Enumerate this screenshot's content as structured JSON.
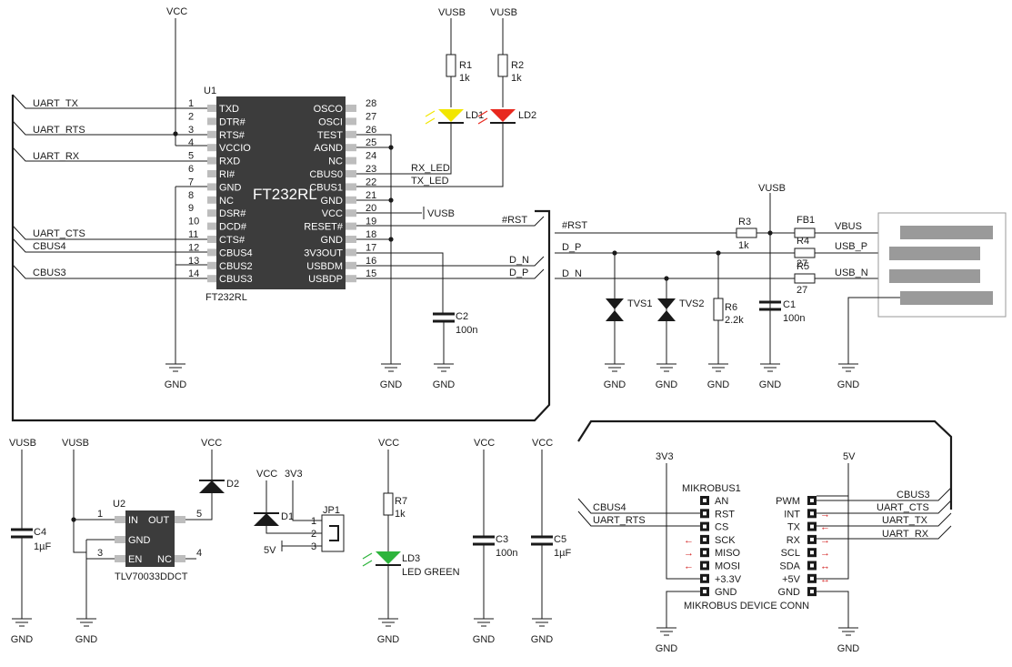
{
  "power": {
    "vcc": "VCC",
    "vusb": "VUSB",
    "gnd": "GND",
    "v33": "3V3",
    "v5": "5V"
  },
  "u1": {
    "ref": "U1",
    "name": "FT232RL",
    "footer": "FT232RL",
    "left_pins": [
      {
        "num": "1",
        "name": "TXD"
      },
      {
        "num": "2",
        "name": "DTR#"
      },
      {
        "num": "3",
        "name": "RTS#"
      },
      {
        "num": "4",
        "name": "VCCIO"
      },
      {
        "num": "5",
        "name": "RXD"
      },
      {
        "num": "6",
        "name": "RI#"
      },
      {
        "num": "7",
        "name": "GND"
      },
      {
        "num": "8",
        "name": "NC"
      },
      {
        "num": "9",
        "name": "DSR#"
      },
      {
        "num": "10",
        "name": "DCD#"
      },
      {
        "num": "11",
        "name": "CTS#"
      },
      {
        "num": "12",
        "name": "CBUS4"
      },
      {
        "num": "13",
        "name": "CBUS2"
      },
      {
        "num": "14",
        "name": "CBUS3"
      }
    ],
    "right_pins": [
      {
        "num": "28",
        "name": "OSCO"
      },
      {
        "num": "27",
        "name": "OSCI"
      },
      {
        "num": "26",
        "name": "TEST"
      },
      {
        "num": "25",
        "name": "AGND"
      },
      {
        "num": "24",
        "name": "NC"
      },
      {
        "num": "23",
        "name": "CBUS0"
      },
      {
        "num": "22",
        "name": "CBUS1"
      },
      {
        "num": "21",
        "name": "GND"
      },
      {
        "num": "20",
        "name": "VCC"
      },
      {
        "num": "19",
        "name": "RESET#"
      },
      {
        "num": "18",
        "name": "GND"
      },
      {
        "num": "17",
        "name": "3V3OUT"
      },
      {
        "num": "16",
        "name": "USBDM"
      },
      {
        "num": "15",
        "name": "USBDP"
      }
    ]
  },
  "nets": {
    "uart_tx": "UART_TX",
    "uart_rts": "UART_RTS",
    "uart_rx": "UART_RX",
    "uart_cts": "UART_CTS",
    "cbus4": "CBUS4",
    "cbus3": "CBUS3",
    "rx_led": "RX_LED",
    "tx_led": "TX_LED",
    "rst": "#RST",
    "d_n": "D_N",
    "d_p": "D_P",
    "vbus": "VBUS",
    "usb_p": "USB_P",
    "usb_n": "USB_N"
  },
  "parts": {
    "r1": {
      "ref": "R1",
      "value": "1k"
    },
    "r2": {
      "ref": "R2",
      "value": "1k"
    },
    "ld1": {
      "ref": "LD1"
    },
    "ld2": {
      "ref": "LD2"
    },
    "c2": {
      "ref": "C2",
      "value": "100n"
    },
    "r3": {
      "ref": "R3",
      "value": "1k"
    },
    "fb1": {
      "ref": "FB1"
    },
    "r4": {
      "ref": "R4",
      "value": "27"
    },
    "r5": {
      "ref": "R5",
      "value": "27"
    },
    "tvs1": {
      "ref": "TVS1"
    },
    "tvs2": {
      "ref": "TVS2"
    },
    "r6": {
      "ref": "R6",
      "value": "2.2k"
    },
    "c1": {
      "ref": "C1",
      "value": "100n"
    },
    "c4": {
      "ref": "C4",
      "value": "1µF"
    },
    "u2": {
      "ref": "U2",
      "name": "TLV70033DDCT",
      "pin_in": "IN",
      "pin_gnd": "GND",
      "pin_en": "EN",
      "pin_out": "OUT",
      "pin_nc": "NC",
      "n1": "1",
      "n3": "3",
      "n4": "4",
      "n5": "5"
    },
    "d1": {
      "ref": "D1"
    },
    "d2": {
      "ref": "D2"
    },
    "jp1": {
      "ref": "JP1",
      "p1": "1",
      "p2": "2",
      "p3": "3"
    },
    "r7": {
      "ref": "R7",
      "value": "1k"
    },
    "ld3": {
      "ref": "LD3",
      "value": "LED GREEN"
    },
    "c3": {
      "ref": "C3",
      "value": "100n"
    },
    "c5": {
      "ref": "C5",
      "value": "1µF"
    }
  },
  "mikrobus": {
    "title": "MIKROBUS1",
    "footer": "MIKROBUS DEVICE CONN",
    "left": [
      "AN",
      "RST",
      "CS",
      "SCK",
      "MISO",
      "MOSI",
      "+3.3V",
      "GND"
    ],
    "right": [
      "PWM",
      "INT",
      "TX",
      "RX",
      "SCL",
      "SDA",
      "+5V",
      "GND"
    ]
  },
  "colors": {
    "ld1": "#f2e600",
    "ld2": "#e8281e",
    "ld3": "#2db43c",
    "ic_body": "#3c3c3c",
    "pin_pad": "#bdbdbd",
    "arrows": "#d21e1e"
  }
}
